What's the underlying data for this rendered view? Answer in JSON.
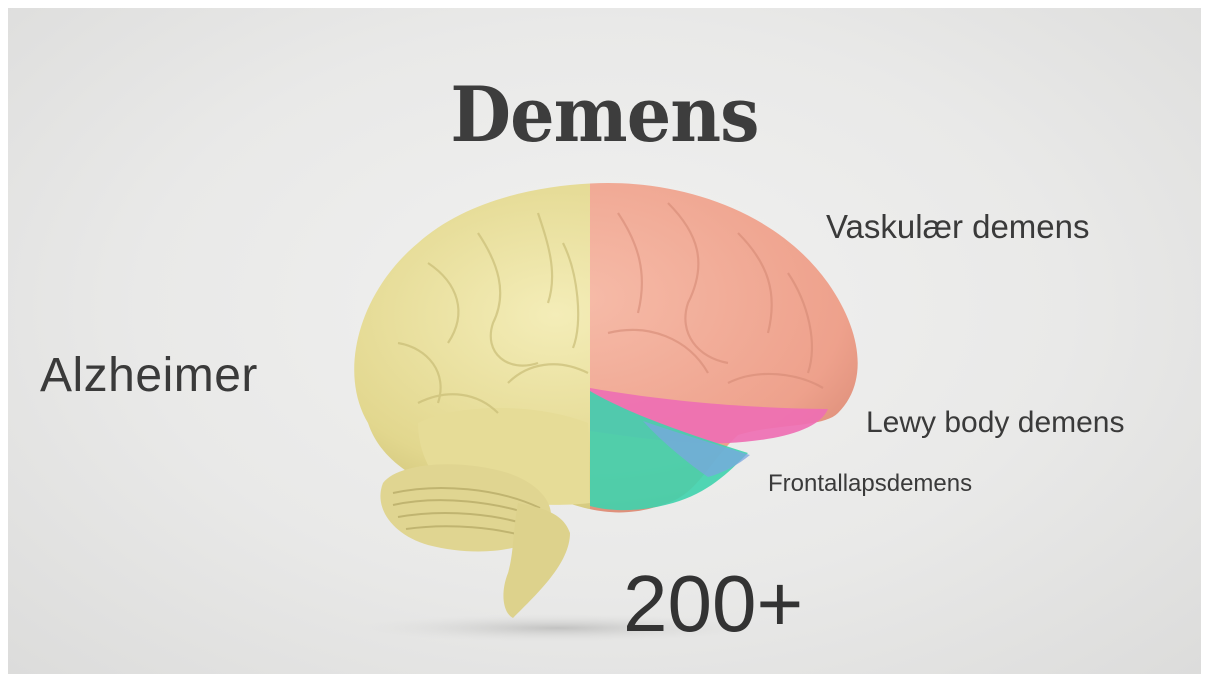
{
  "slide": {
    "title": "Demens",
    "labels": {
      "alzheimer": "Alzheimer",
      "vascular": "Vaskulær demens",
      "lewy": "Lewy body demens",
      "frontal": "Frontallapsdemens"
    },
    "count": "200+"
  },
  "colors": {
    "alzheimer": "#e8df9e",
    "vascular": "#f0a894",
    "lewy": "#ef6fb4",
    "frontal": "#3fd6b0",
    "text": "#3a3a3a"
  },
  "icons": {
    "brain": "brain-illustration"
  }
}
